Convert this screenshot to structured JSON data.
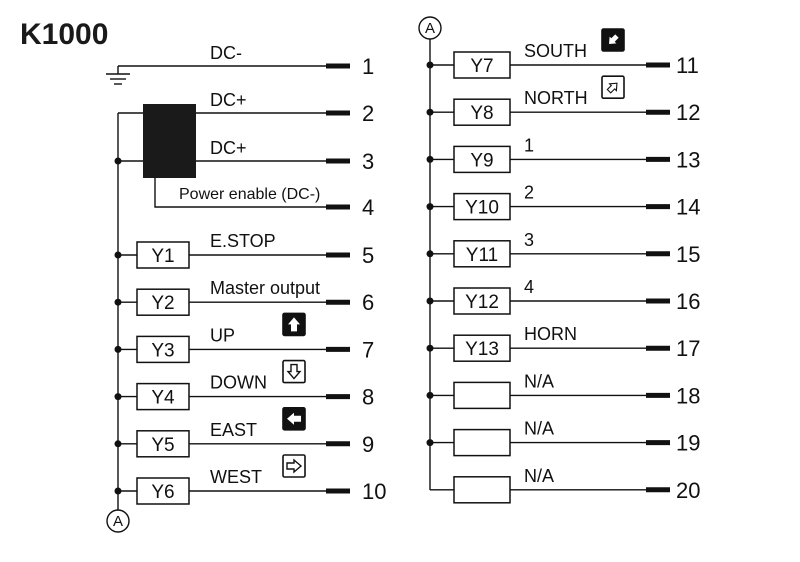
{
  "title": "K1000",
  "connector_label": "A",
  "ground": {
    "signal": "DC-",
    "pin": "1"
  },
  "power_rows": [
    {
      "signal": "DC+",
      "pin": "2"
    },
    {
      "signal": "DC+",
      "pin": "3"
    },
    {
      "signal": "Power enable (DC-)",
      "pin": "4"
    }
  ],
  "left_rows": [
    {
      "relay": "Y1",
      "signal": "E.STOP",
      "pin": "5",
      "icon": ""
    },
    {
      "relay": "Y2",
      "signal": "Master output",
      "pin": "6",
      "icon": ""
    },
    {
      "relay": "Y3",
      "signal": "UP",
      "pin": "7",
      "icon": "arrow-up-filled-icon"
    },
    {
      "relay": "Y4",
      "signal": "DOWN",
      "pin": "8",
      "icon": "arrow-down-outline-icon"
    },
    {
      "relay": "Y5",
      "signal": "EAST",
      "pin": "9",
      "icon": "arrow-left-filled-icon"
    },
    {
      "relay": "Y6",
      "signal": "WEST",
      "pin": "10",
      "icon": "arrow-right-outline-icon"
    }
  ],
  "right_rows": [
    {
      "relay": "Y7",
      "signal": "SOUTH",
      "pin": "11",
      "icon": "arrow-down-left-filled-icon"
    },
    {
      "relay": "Y8",
      "signal": "NORTH",
      "pin": "12",
      "icon": "arrow-up-right-outline-icon"
    },
    {
      "relay": "Y9",
      "signal": "1",
      "pin": "13",
      "icon": ""
    },
    {
      "relay": "Y10",
      "signal": "2",
      "pin": "14",
      "icon": ""
    },
    {
      "relay": "Y11",
      "signal": "3",
      "pin": "15",
      "icon": ""
    },
    {
      "relay": "Y12",
      "signal": "4",
      "pin": "16",
      "icon": ""
    },
    {
      "relay": "Y13",
      "signal": "HORN",
      "pin": "17",
      "icon": ""
    },
    {
      "relay": "",
      "signal": "N/A",
      "pin": "18",
      "icon": ""
    },
    {
      "relay": "",
      "signal": "N/A",
      "pin": "19",
      "icon": ""
    },
    {
      "relay": "",
      "signal": "N/A",
      "pin": "20",
      "icon": ""
    }
  ]
}
